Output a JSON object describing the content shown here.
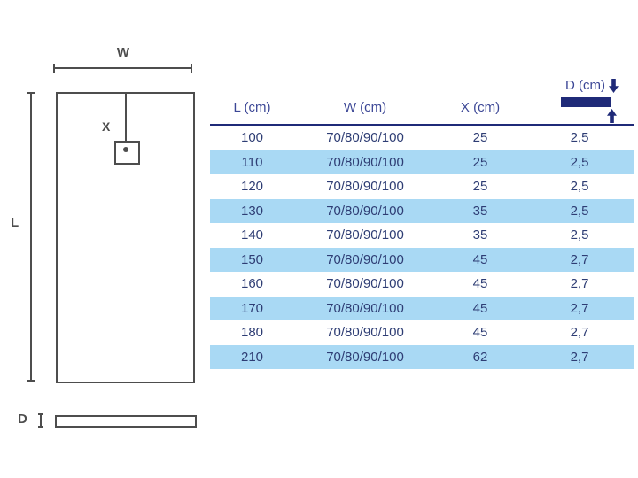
{
  "diagram": {
    "width_label": "W",
    "drain_position_label": "X",
    "length_label": "L",
    "depth_label": "D"
  },
  "table": {
    "columns": [
      "L (cm)",
      "W (cm)",
      "X (cm)",
      "D (cm)"
    ],
    "rows": [
      [
        "100",
        "70/80/90/100",
        "25",
        "2,5"
      ],
      [
        "110",
        "70/80/90/100",
        "25",
        "2,5"
      ],
      [
        "120",
        "70/80/90/100",
        "25",
        "2,5"
      ],
      [
        "130",
        "70/80/90/100",
        "35",
        "2,5"
      ],
      [
        "140",
        "70/80/90/100",
        "35",
        "2,5"
      ],
      [
        "150",
        "70/80/90/100",
        "45",
        "2,7"
      ],
      [
        "160",
        "70/80/90/100",
        "45",
        "2,7"
      ],
      [
        "170",
        "70/80/90/100",
        "45",
        "2,7"
      ],
      [
        "180",
        "70/80/90/100",
        "45",
        "2,7"
      ],
      [
        "210",
        "70/80/90/100",
        "62",
        "2,7"
      ]
    ]
  },
  "icons": {
    "arrow_down": "⬇",
    "arrow_up": "⬆"
  },
  "colors": {
    "accent_navy": "#1f2a78",
    "header_text": "#3c4796",
    "cell_text": "#2e3d74",
    "row_highlight": "#a9d9f4",
    "diagram_line": "#4d4d4d"
  }
}
